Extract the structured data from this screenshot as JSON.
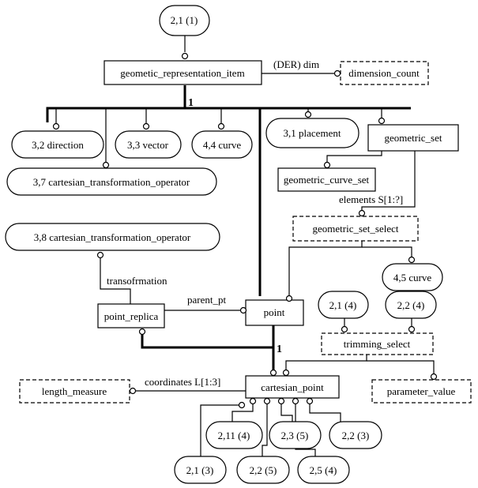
{
  "page_ref": {
    "label": "2,1 (1)"
  },
  "entities": {
    "geometric_representation_item": "geometic_representation_item",
    "geometric_set": "geometric_set",
    "geometric_curve_set": "geometric_curve_set",
    "point_replica": "point_replica",
    "point": "point",
    "cartesian_point": "cartesian_point"
  },
  "types": {
    "dimension_count": "dimension_count",
    "geometric_set_select": "geometric_set_select",
    "trimming_select": "trimming_select",
    "length_measure": "length_measure",
    "parameter_value": "parameter_value"
  },
  "refs": {
    "direction": "3,2 direction",
    "vector": "3,3 vector",
    "curve_44": "4,4 curve",
    "placement": "3,1 placement",
    "cto_37": "3,7 cartesian_transformation_operator",
    "cto_38": "3,8 cartesian_transformation_operator",
    "curve_45": "4,5 curve",
    "ref_21_4": "2,1 (4)",
    "ref_22_4": "2,2 (4)",
    "ref_211_4": "2,11 (4)",
    "ref_23_5": "2,3 (5)",
    "ref_22_3": "2,2 (3)",
    "ref_21_3": "2,1 (3)",
    "ref_22_5": "2,2 (5)",
    "ref_25_4": "2,5 (4)"
  },
  "relations": {
    "dim": "(DER) dim",
    "elements": "elements S[1:?]",
    "transformation": "transofrmation",
    "parent_pt": "parent_pt",
    "coordinates": "coordinates L[1:3]",
    "one_top": "1",
    "one_bottom": "1"
  }
}
